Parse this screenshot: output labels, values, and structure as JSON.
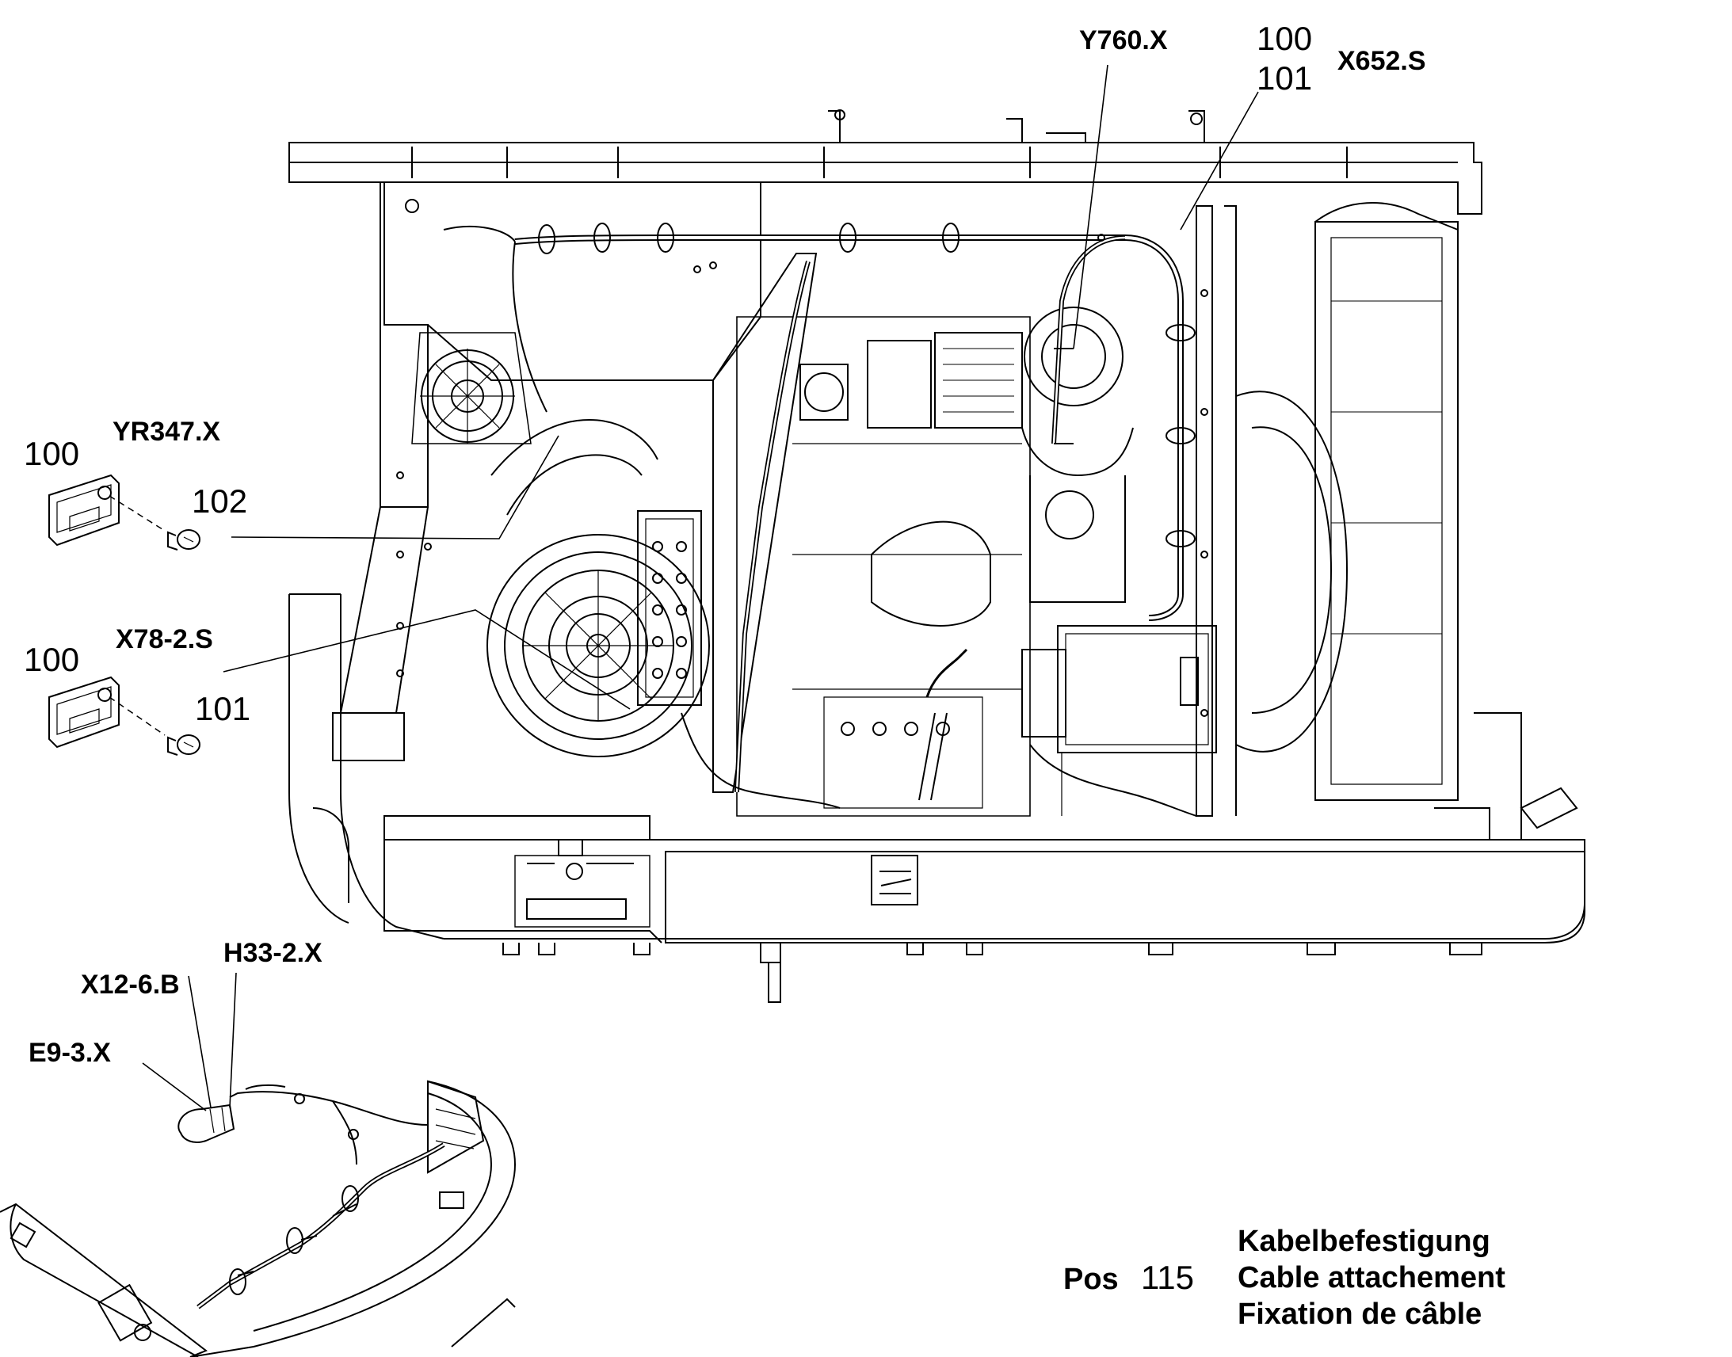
{
  "labels": {
    "y760": "Y760.X",
    "n100_top": "100",
    "n101_top": "101",
    "x652": "X652.S",
    "yr347": "YR347.X",
    "n100_a": "100",
    "n102": "102",
    "x78": "X78-2.S",
    "n100_b": "100",
    "n101_b": "101",
    "h33": "H33-2.X",
    "x12": "X12-6.B",
    "e9": "E9-3.X"
  },
  "footer": {
    "pos_label": "Pos",
    "pos_number": "115",
    "title_de": "Kabelbefestigung",
    "title_en": "Cable attachement",
    "title_fr": "Fixation de câble"
  }
}
